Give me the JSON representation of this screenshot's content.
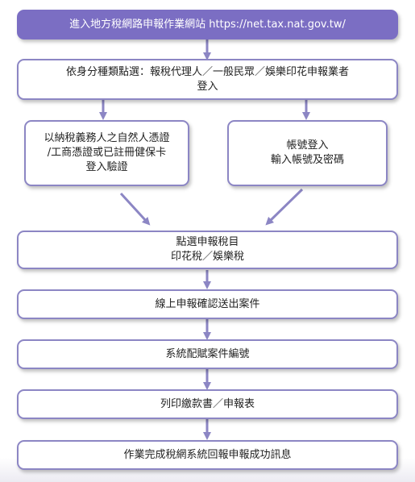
{
  "steps": {
    "step1": "進入地方稅網路申報作業網站 https://net.tax.nat.gov.tw/",
    "step2": [
      "依身分種類點選：報稅代理人／一般民眾／娛樂印花申報業者",
      "登入"
    ],
    "step3a": [
      "以納稅義務人之自然人憑證",
      "/工商憑證或已註冊健保卡",
      "登入驗證"
    ],
    "step3b": [
      "帳號登入",
      "輸入帳號及密碼"
    ],
    "step4": [
      "點選申報稅目",
      "印花稅／娛樂稅"
    ],
    "step5": "線上申報確認送出案件",
    "step6": "系統配賦案件編號",
    "step7": "列印繳款書／申報表",
    "step8": "作業完成稅網系統回報申報成功訊息"
  },
  "colors": {
    "accent": "#7b6ec3",
    "border": "#8c86c4",
    "arrow": "#8c86c4"
  }
}
